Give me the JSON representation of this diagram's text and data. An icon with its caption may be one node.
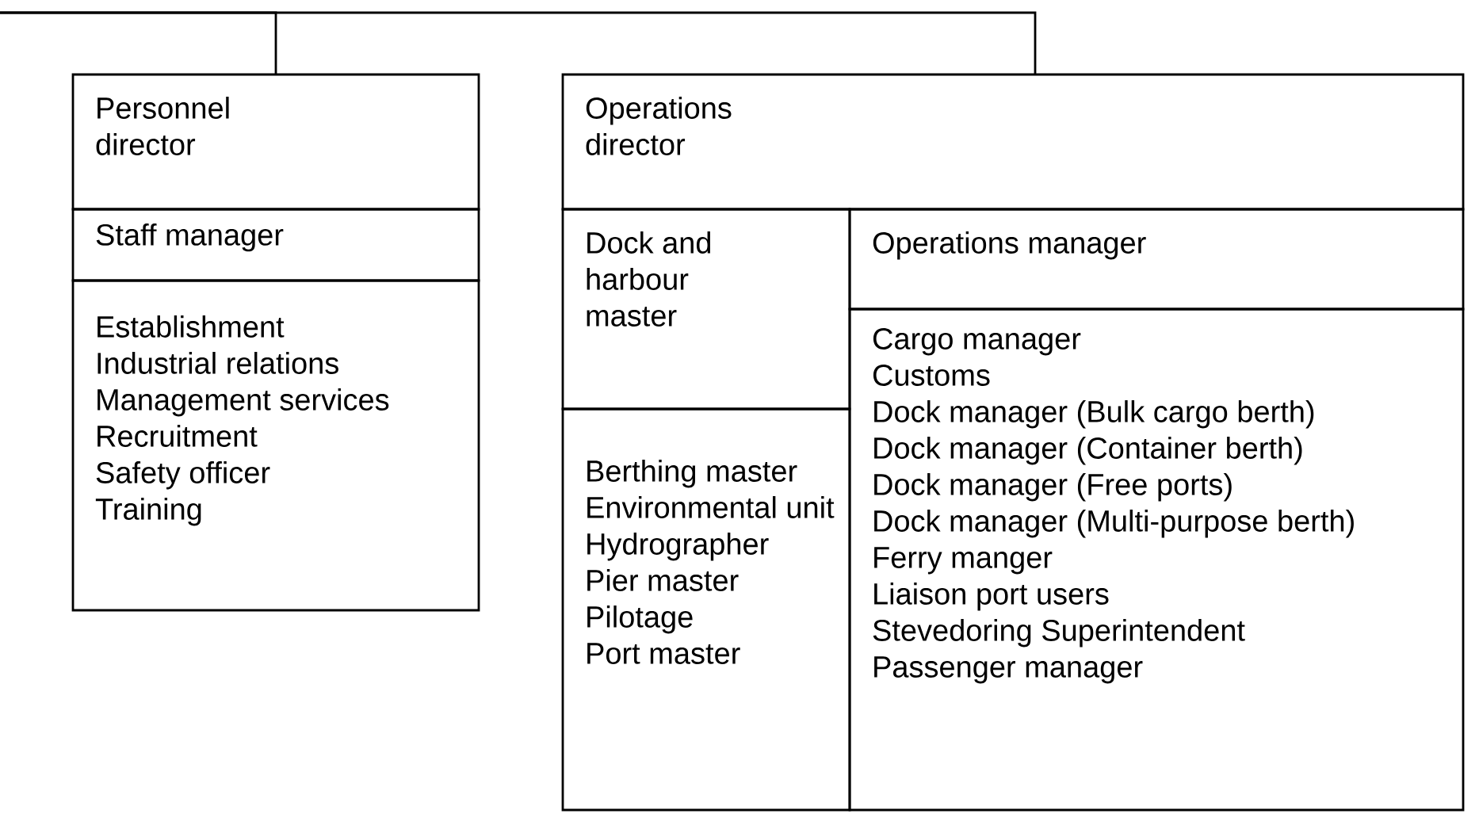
{
  "diagram": {
    "nodes": [
      {
        "text": [
          "Personnel director"
        ]
      },
      {
        "text": [
          "Staff manager"
        ]
      },
      {
        "text": [
          "Establishment",
          "Industrial relations",
          "Management services",
          "Recruitment",
          "Safety officer",
          "Training"
        ]
      },
      {
        "text": [
          "Operations director"
        ]
      },
      {
        "text": [
          "Dock and harbour master"
        ]
      },
      {
        "text": [
          "Berthing master",
          "Environmental unit",
          "Hydrographer",
          "Pier master",
          "Pilotage",
          "Port master"
        ]
      },
      {
        "text": [
          "Operations manager"
        ]
      },
      {
        "text": [
          "Cargo manager",
          "Customs",
          "Dock manager (Bulk cargo berth)",
          "Dock manager (Container berth)",
          "Dock manager (Free ports)",
          "Dock manager (Multi-purpose berth)",
          "Ferry manger",
          "Liaison port users",
          "Stevedoring Superintendent",
          "Passenger manager"
        ]
      }
    ],
    "edges": [
      {
        "from": null,
        "to": 0,
        "arrow": "none"
      },
      {
        "from": null,
        "to": 3,
        "arrow": "none"
      }
    ]
  }
}
